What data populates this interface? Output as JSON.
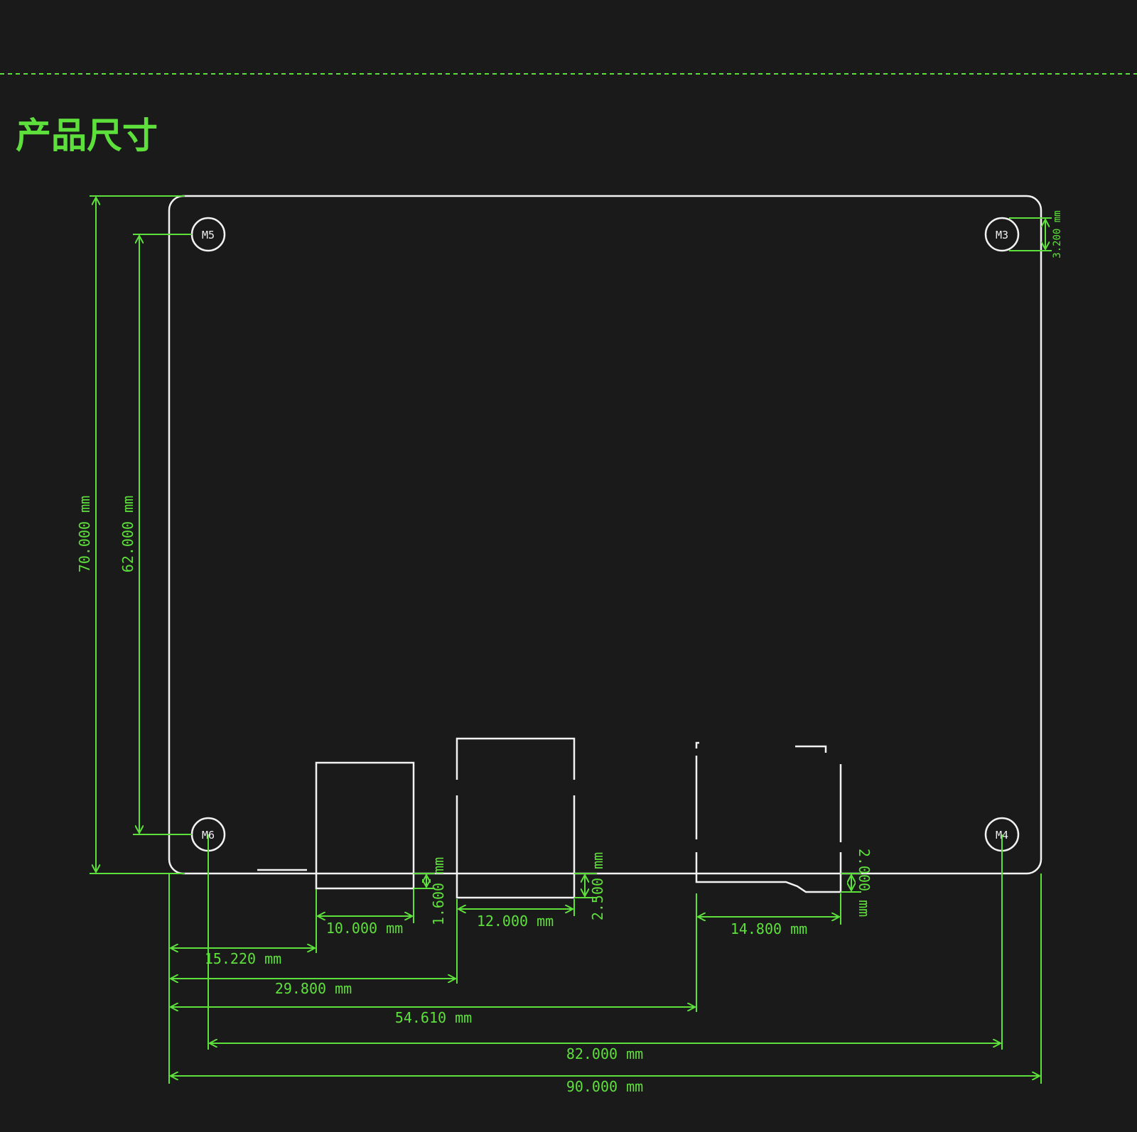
{
  "title": "产品尺寸",
  "colors": {
    "background": "#1a1a1a",
    "accent": "#5ee03c",
    "outline": "#f2f2f2"
  },
  "holes": [
    {
      "id": "hole-m5",
      "label": "M5"
    },
    {
      "id": "hole-m3",
      "label": "M3"
    },
    {
      "id": "hole-m6",
      "label": "M6"
    },
    {
      "id": "hole-m4",
      "label": "M4"
    }
  ],
  "dimensions": {
    "board_height": "70.000 mm",
    "hole_vertical_spacing": "62.000 mm",
    "hole_edge_offset": "3.200 mm",
    "port1_width": "10.000 mm",
    "port1_overhang": "1.600 mm",
    "port2_width": "12.000 mm",
    "port2_overhang": "2.500 mm",
    "port3_width": "14.800 mm",
    "port3_overhang": "2.000 mm",
    "port1_offset": "15.220 mm",
    "port2_offset": "29.800 mm",
    "port3_offset": "54.610 mm",
    "hole_horizontal_spacing": "82.000 mm",
    "board_width": "90.000 mm"
  }
}
